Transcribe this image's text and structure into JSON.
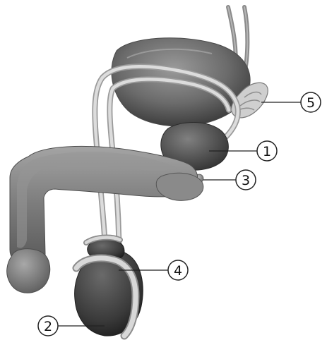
{
  "callouts": [
    {
      "id": "c1",
      "label": "1"
    },
    {
      "id": "c2",
      "label": "2"
    },
    {
      "id": "c3",
      "label": "3"
    },
    {
      "id": "c4",
      "label": "4"
    },
    {
      "id": "c5",
      "label": "5"
    }
  ],
  "colors": {
    "organ_dark": "#3a3a3a",
    "organ_mid": "#6e6e6e",
    "organ_light": "#a9a9a9",
    "duct_light": "#d6d6d6",
    "leader": "#222222"
  }
}
